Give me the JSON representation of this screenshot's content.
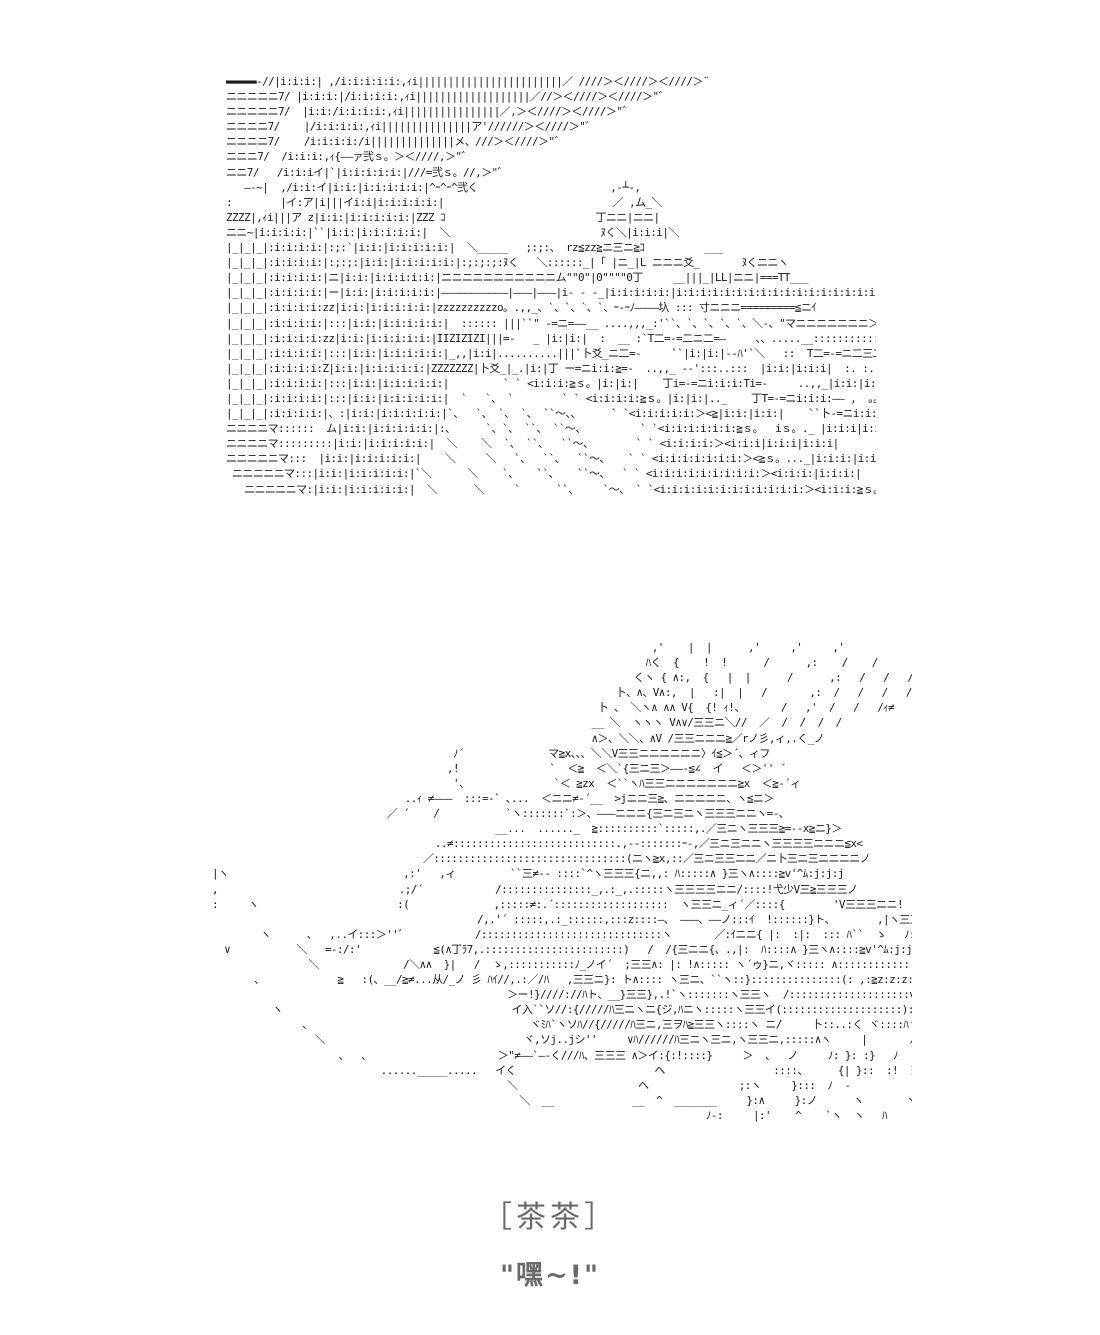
{
  "top_art": "▬▬▬▬▬-//|i:i:i:| ,/i:i:i:i:i:,ｨi||||||||||||||||||||||||／ ////＞＜////＞＜////＞¨\nニニニニニ7/ |i:i:i:|/i:i:i:i:,ｨi|||||||||||||||||||／//＞＜////＞＜////＞\"゛\nニニニニニ7/  |i:i:/i:i:i:i:,ｨi||||||||||||||||／,＞＜////＞＜////＞\"゛\nニニニニ7/    |/i:i:i:i:,ｨi|||||||||||||||ア'//////＞＜////＞\"゛\nニニニニ7/    /i:i:i:i:/i||||||||||||||メ、///＞＜////＞\"゛\nニニニ7/  /i:i:i:,ｨ{――ァ弐ｓ。＞＜////,＞\"゛\nニニ7/   /i:i:iイ|`|i:i:i:i:i:|///=弐ｓ。//,＞\"゛\n   ―-~|  ,/i:i:イ|i:i:|i:i:i:i:i:|^ｰ^ｰ^弐く                      ,‐┴‐,\n:        |イ:ア|i|||イi:i|i:i:i:i:i:|                            ／ ,ム_＼\nZZZZ|,ｨi|||ア z|i:i:|i:i:i:i:i:|ZZZ ｺ                         丁ニニ|ニニ|\nニニ~|i:i:i:i:|``|i:i:|i:i:i:i:i:|  ＼                         ﾇく＼|i:i:i|＼\n|_|_|_|:i:i:i:i:|:;:`|i:i:|i:i:i:i:i:|  ＼_____   ;:;:、 rz≦zz≧ニ三ニ≧ｺ          ___\n|_|_|_|:i:i:i:i:|:;:;:|i:i:|i:i:i:i:i:|:;:;:;:ﾇく   ＼::::::_|「 |ニ_|L ニニニ爻_       ﾇくニニヽ\n|_|_|_|:i:i:i:i:|ニ|i:i:|i:i:i:i:i:|ニニニニニニニニニニニム\"\"0\"|0\"\"\"\"0丁     __|||_|LL|ニニ|===TT___\n|_|_|_|:i:i:i:i:|ー|i:i:|i:i:i:i:i:|―――――――――――|―――|―――|i- - -_|i:i:i:i:i:|i:i:i:i:i:i:i:i:i:i:i:i:i:i:i:i:i:|\n|_|_|_|:i:i:i:i:zz|i:i:|i:i:i:i:i:|zzzzzzzzzzo。.,,_、`、`、`、`、ｰ-ｰﾉ――――圦 ::: 寸ニニニ=========≦ニｲ\n|_|_|_|:i:i:i:i:|:::|i:i:|i:i:i:i:i:|  :::::: |||``\" -=ニ=――__ ....,,,_:'``、`、`、`、`、＼-、\"マニニニニニニニ＞''`,＞\n|_|_|_|:i:i:i:i:zz|i:i:|i:i:i:i:i:|ΙΙΖΙΖΙΖΙ|||=-   _ |i:|i:|  :  __ :`T二=-=二ニ二=―     、、.....__:::::::::::::\n|_|_|_|:i:i:i:i:|:::|i:i:|i:i:i:i:i:|_,,|i:i|..........|||`卜爻_ニ二=-     ``|i:|i:|--ﾊ'`＼   ::  T二=-=ニ二三二二ニ=+---\n|_|_|_|:i:i:i:i:Z|i:i:|i:i:i:i:i:|ZZZZZZZ|卜爻_|_.|i:|丁 ー=ニi:i:≧=-  ..,,_ -‐':::..:::  |i:i:|i:i:i|  :. :. :      ――=ニ\n|_|_|_|:i:i:i:i:|:::|i:i:|i:i:i:i:i:|         ` ` <i:i:i:≧ｓ。|i:|i:|    丁i=-=ニi:i:i:Ti=-     ..,,_|i:i:|i:i:i|  :. :. :. :. :. :. :.\n|_|_|_|:i:i:i:i:|:::|i:i:|i:i:i:i:i:|  `   `、 `        ` ` <i:i:i:i:≧ｓ。|i:|i:|.._    丁T=-=ニi:i:i:―― ,  。。..._  :. :. :.\n|_|_|_|:i:i:i:i:|、:|i:i:|i:i:i:i:i:|`、  `、 `、 `、 ``～、、     ` `<i:i:i:i:i:＞<≧|i:i:|i:i:|    ``卜-=ニi:i:i:i:i:i:i:Ti=-   。....__\nニニニニマ::::::  ム|i:i:|i:i:i:i:i:|:、     `、`、 ``、 ``～、         ` `<i:i:i:i:i:i:≧ｓ。  iｓ。._ |i:i:i|i:i:i|``   -=ニi:i:i:i:i:i:i:i:i:i:i:i:\nニニニニマ:::::::::|i:i:|i:i:i:i:i:|  ＼    ＼  `、 ``、  ``～、       ` ` <i:i:i:i:＞<i:i:i|i:i:i|i:i:i|          |i:i:i:|i:i:i:|'<i:i:\nニニニニニマ:::  |i:i:|i:i:i:i:i:|    ＼     ＼   `、  ``、  ``～、   ` ` <i:i:i:i:i:i:i:＞<≧ｓ。..._|i:i:i:|i:i:i:|\n ニニニニニマ:::|i:i:|i:i:i:i:i:|`＼      ＼    `、   ``、   ``～、  ` ` <i:i:i:i:i:i:i:i:i:＞<i:i:i:|i:i:i:|\n   ニニニニニマ:|i:i:|i:i:i:i:i:|  ＼      ＼     `      ``、    `～、 ` `<i:i:i:i:i:i:i:i:i:i:i:i:＞<i:i:i:≧ｓ。",
  "bottom_art": "                                                                           ,'    |  |      ,'     ,'     ,'\n                                                                          ﾊく  {    !  !      /      ,:    /    /\n                                                                        くヽ { ∧:,  {   |  |      /      ,:   /   /   /!\n                                                                     卜、∧、V∧:,  |   :|  |   /       ,:  /   /   /   /\n                                                                  卜 、 ＼ヽ∧ ∧∧ V{  {! ｨ!、      /   ,'  /   /   /ｨ≠\n                                                                 __ ＼  ヽヽヽ V∧∨/三三ニ＼//  ／  /  /  /  /\n                                                                 ∧＞、＼＼、∧V /三三ニニニ≧／rノ彡,ィ,.く_ノ\n                                          ﾉ´              マ≧x、、、＼＼V三三ニニニニニニ〉ｲ≦＞´、ィフ\n                                         ,!               `  ＜≧  ＜＼`{三ニ三＞――‐≦∠  イ   ＜＞'' ´\n                                          '、              `＜ ≧zx  ＜``ヽﾊ三三ニニニニニニニ≧x  ＜≧-´ィ\n                                  ..ｨ ≠―――  :::=-` ､...  ＜ニニ≠-´__  >jニニ三≧、ニニニニニ、ヽ≦ニ＞\n                               ／ ´    /           `ヽ:::::::`:＞、―――ニニニ{三ニ三ニヽ三三三ニニヽ=-、\n                                                 __...  ......_  ≧::::::::::`:::::,.／三ニヽ三三三≧=--x≧ニ}＞\n                                       ..≠:::::::::::::::::::::::::::.,-‐:::::::ｰ-,／三ニ三ニニヽ三三三三ニニニ≦x<\n                                     ／::::::::::::::::::::::::::::::::(ニヽ≧x,::／三ニ三三ニニ／ニ卜三ニ三ニニニニノ\n  |ヽ                             ,:'   ,ィ         ``三≠-- ::::`^ヽ三三三{ニ,,: ﾊ:::::∧ }三ヽ∧::::≧v'^ﾑ:j:j:j\n  ,                              .;/´            /:::::::::::::::_,.:_,.:::::ヽ三三三三ニニ/::::!弋少V三≧三三三ノ\n  :     ヽ                       :(              ,:::::≠:.´:::::::::::::::::::  ヽ三三ニ_ィ´／::::{        'V三三三ニニ!\n                                              /,.'´ :::::,.:_::::::,:::z::::―、 ―――、――ノ:::ｲ  !::::::}ト、       ,|ヽ三三ニr v`、\n          ヽ      、  ,..イ:::＞''゛           /::::::::::::::::::::::::::::::ヽ       ／:ｲニニ{ |:  :|:  ::: ﾊ``  ゝ   ﾉ:  ＼ニニj|!::}`ト,\n    ∨           ＼   =-:/:'            ≦(∧丁ﾗ7,.:::::::::::::::::::::::)   /  /{三ニニ{、.,|:  ﾊ::::∧ }三ヽ∧::::≧v'^ﾑ:j:j:j                    、\n                  ＼              /＼∧∧  }|   /  ゝ,:::::::::::ﾉ_ノイ´  ;三三∧: |: !∧::::: ヽ´ゥ}ニ,ヾ::::: ∧:::::::::::::::::::::ﾉ,._                         ｀\n         ､             ≧   :(、__/≧≠...从/_ノ 彡 ﾊｲ//,.:／/ﾊ   ,三三ニ}: ト∧:::: ヽ三ニ、``ヽ::}:::::::::::::::(: ,:≧z:z:z: ｨ\n                                                   ＞ー!}////://ﾊト、__}三三},.!`ヽ:::::::ヽ三三ヽ  /::::::::::::::::::::v:::: ＼\n            ヽ                                      イ入``ソ//:{/////ﾊ三ニヽニ{ジ,ﾊニヽ:::::ヽ三三イ(::::::::::::::::::::):::::ヽ:ヽ\n                 ､                                     ヾﾐﾊ`ヽソﾊ//{/////ﾊ三ニ,三ヲﾊ≧三三ヽ::::ヽ ニ/     卜::..:く ヾ::::ﾊヾ::.,\n                   ＼                                 ヾ,ソj..jシ''     ∨ﾊ//////ﾊ三ニヽ三ニ,ヽ三三ニ,:::::∧ヽ     |       ﾉ    }:ﾊ: :!    }!\n                       、  、                     ＞\"≠――`―‐く///ﾊ、三三三 ∧＞イ:{:!::::}     ＞  、  ノ     ﾉ: }: :}   ﾉ\n                              ......_____.....   イく                       ヘ                  ::::、     {| }::  :!  ＞― \"            ,: :  ﾉ'\n                                                   ＼                    ヘ               ;:ヽ     }:::  ﾉ  -             ＼、.....ﾉ: :ノ\n                                                     ＼  __             __  ^  _______     }:∧     }:ノ      ヽ       ヽ≧x、\n                                                                                    ﾉ-:     |:'    ^    `ヽ  ヽ   ﾊ       ≧x、",
  "caption": {
    "speaker": "［茶茶］",
    "speech": "\"嘿~!\""
  }
}
